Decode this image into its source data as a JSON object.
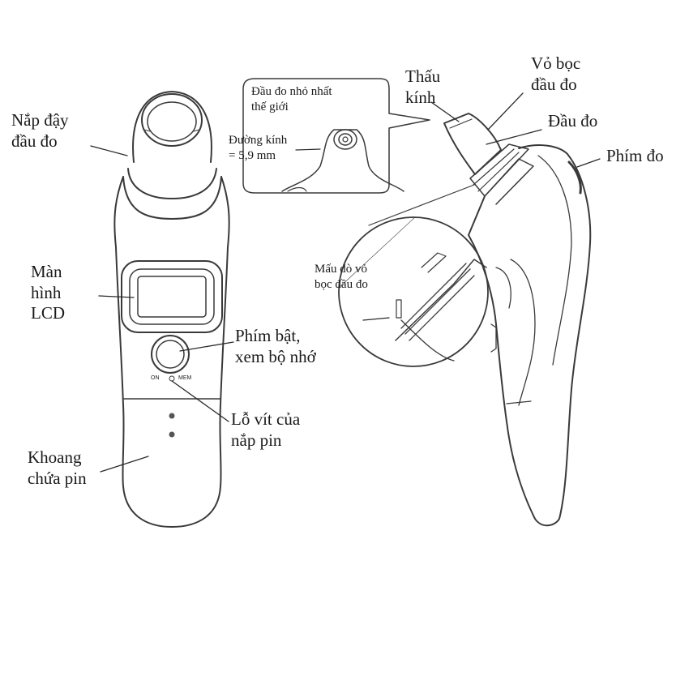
{
  "labels": {
    "cover": [
      "Nắp đậy",
      "đầu  đo"
    ],
    "lcd": [
      "Màn",
      "hình",
      "LCD"
    ],
    "power": [
      "Phím bật,",
      "xem bộ nhớ"
    ],
    "screw": [
      "Lỗ vít của",
      "nắp  pin"
    ],
    "battery": [
      "Khoang",
      "chứa pin"
    ],
    "callout": [
      "Đầu đo nhỏ nhất",
      "thế giới"
    ],
    "diameter": [
      "Đường kính",
      "= 5,9 mm"
    ],
    "lens": [
      "Thấu",
      "kính"
    ],
    "probe_cover": [
      "Vỏ bọc",
      "đầu đo"
    ],
    "probe": "Đầu đo",
    "measure": "Phím đo",
    "detector": [
      "Mấu dò vỏ",
      "bọc đầu đo"
    ],
    "on": "ON",
    "mem": "MEM"
  },
  "colors": {
    "ink": "#3a3a3a",
    "text": "#1a1a1a"
  }
}
